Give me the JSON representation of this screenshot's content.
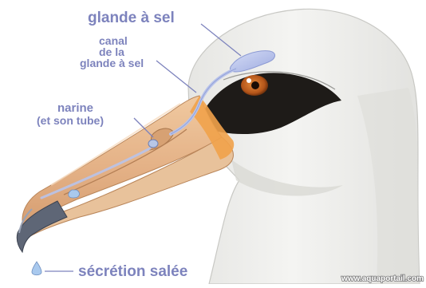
{
  "labels": {
    "salt_gland": "glande à sel",
    "duct_line1": "canal",
    "duct_line2": "de la",
    "duct_line3": "glande à sel",
    "nostril": "narine",
    "nostril_sub": "(et son tube)",
    "secretion": "sécrétion salée"
  },
  "watermark": "www.aquaportail.com",
  "colors": {
    "label": "#7d83bd",
    "gland": "#b8c3ea",
    "feathers": "#f2f2f0",
    "eye_patch": "#1e1b18",
    "iris": "#c0641f",
    "beak": "#e9b98c",
    "beak_tip": "#5e6676"
  }
}
